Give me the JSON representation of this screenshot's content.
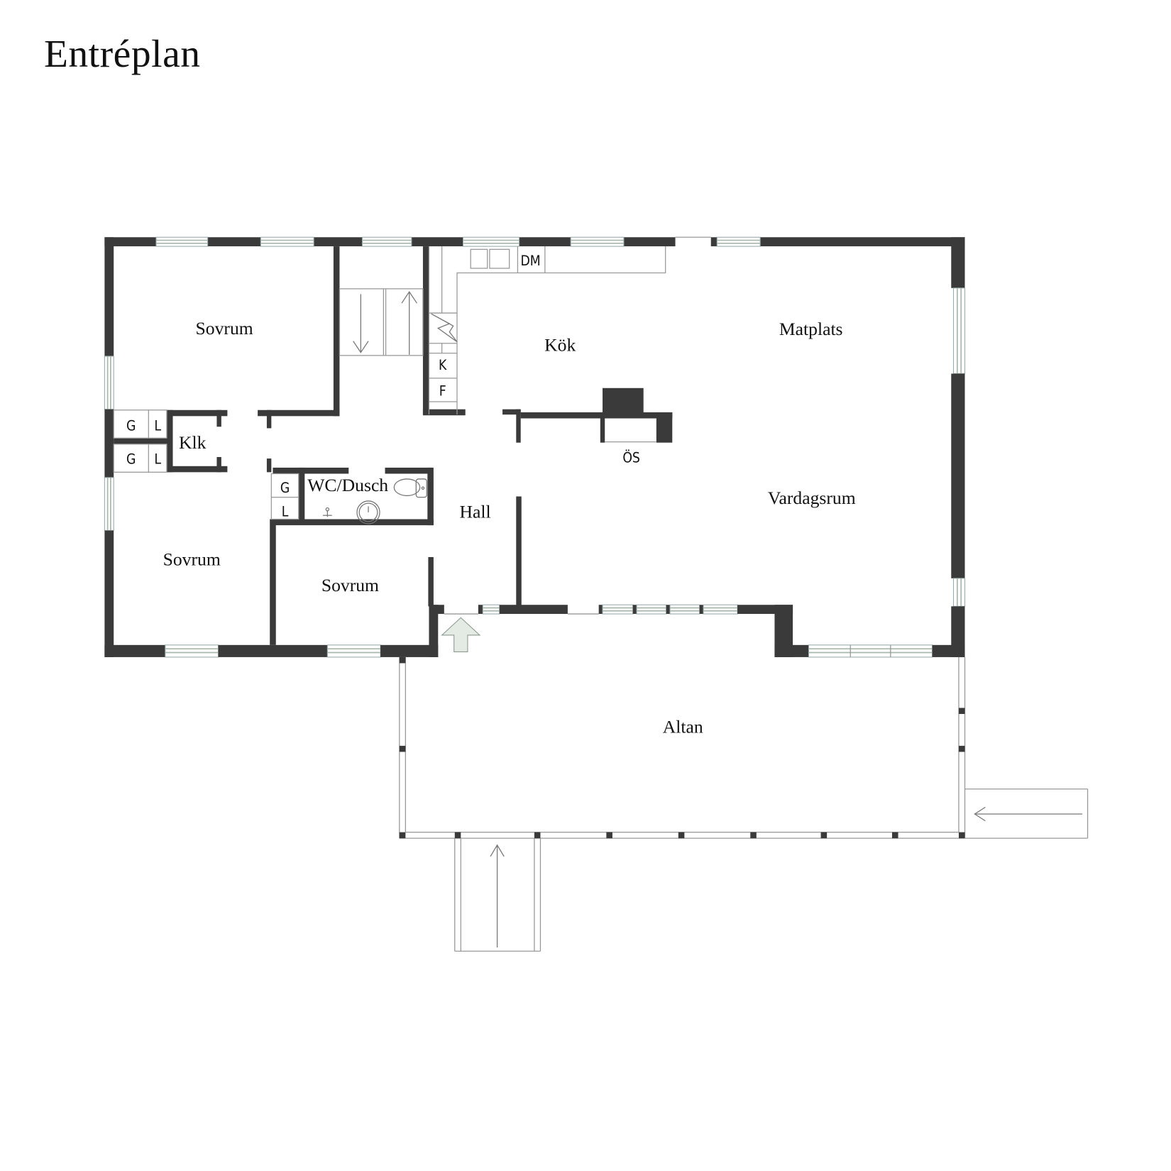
{
  "header": {
    "title": "Entréplan"
  },
  "rooms": {
    "sovrum_top_left": "Sovrum",
    "sovrum_bottom_left": "Sovrum",
    "sovrum_middle": "Sovrum",
    "klk": "Klk",
    "wc_dusch": "WC/Dusch",
    "hall": "Hall",
    "kok": "Kök",
    "matplats": "Matplats",
    "vardagsrum": "Vardagsrum",
    "altan": "Altan"
  },
  "fixtures": {
    "dm": "DM",
    "k": "K",
    "f": "F",
    "os": "ÖS",
    "closet_g_1": "G",
    "closet_l_1": "L",
    "closet_g_2": "G",
    "closet_l_2": "L",
    "closet_g_3": "G",
    "closet_l_3": "L"
  },
  "colors": {
    "wall": "#3a3a3a",
    "entrance_arrow": "#e3ebe4",
    "window_glass": "#a9b8ad",
    "background": "#ffffff"
  }
}
